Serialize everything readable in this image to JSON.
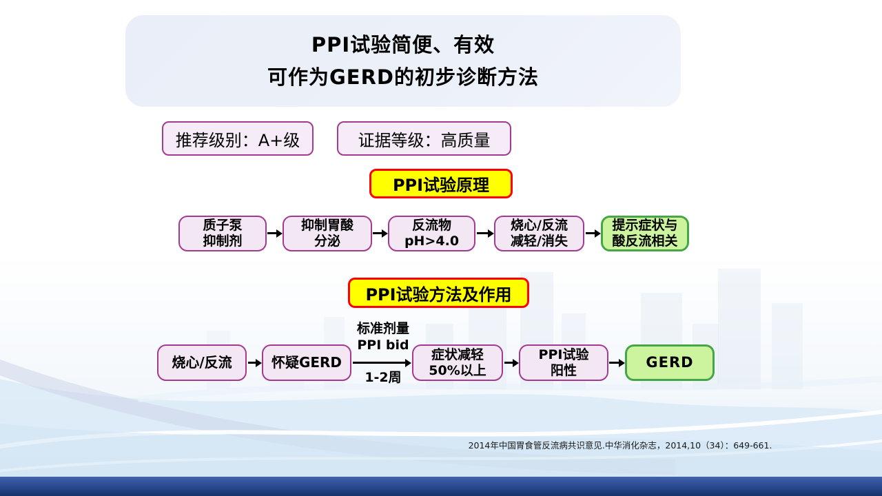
{
  "slide": {
    "title_line1": "PPI试验简便、有效",
    "title_line2": "可作为GERD的初步诊断方法"
  },
  "badges": {
    "recommendation": "推荐级别：A+级",
    "evidence": "证据等级：高质量"
  },
  "section_principle": {
    "heading": "PPI试验原理",
    "boxes": [
      {
        "line1": "质子泵",
        "line2": "抑制剂"
      },
      {
        "line1": "抑制胃酸",
        "line2": "分泌"
      },
      {
        "line1": "反流物",
        "line2": "pH>4.0"
      },
      {
        "line1": "烧心/反流",
        "line2": "减轻/消失"
      },
      {
        "line1": "提示症状与",
        "line2": "酸反流相关"
      }
    ]
  },
  "section_method": {
    "heading": "PPI试验方法及作用",
    "boxes": [
      {
        "line1": "烧心/反流"
      },
      {
        "line1": "怀疑GERD"
      },
      {
        "line1": "症状减轻",
        "line2": "50%以上"
      },
      {
        "line1": "PPI试验",
        "line2": "阳性"
      },
      {
        "line1": "GERD"
      }
    ],
    "arrow_label_top_line1": "标准剂量",
    "arrow_label_top_line2": "PPI bid",
    "arrow_label_bottom": "1-2周"
  },
  "footer": {
    "citation": "2014年中国胃食管反流病共识意见.中华消化杂志，2014,10（34）：649-661."
  },
  "colors": {
    "title_panel_fill": "#e9eef8",
    "badge_fill": "#f5ecf7",
    "badge_border": "#a23a92",
    "heading_fill": "#ffff00",
    "heading_border": "#ff0000",
    "box_pink_fill": "#f3e7f3",
    "box_pink_border": "#a23a92",
    "box_green_fill": "#ccf49e",
    "box_green_border": "#46a546",
    "bottom_bar_top": "#4063ac",
    "bottom_bar_bottom": "#16336d",
    "wave_blue": "#dcebf7"
  }
}
